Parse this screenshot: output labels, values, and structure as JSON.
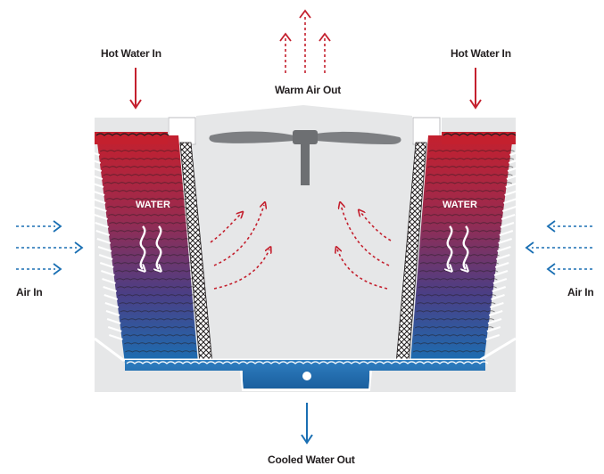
{
  "labels": {
    "hot_water_in_left": "Hot Water In",
    "hot_water_in_right": "Hot Water In",
    "warm_air_out": "Warm Air Out",
    "air_in_left": "Air In",
    "air_in_right": "Air In",
    "water_left": "WATER",
    "water_right": "WATER",
    "cooled_water_out": "Cooled Water Out"
  },
  "colors": {
    "hot": "#c4202e",
    "cool": "#1a6fb3",
    "housing": "#e6e7e8",
    "fan": "#7d7f82",
    "fill_mesh": "#231f20"
  }
}
